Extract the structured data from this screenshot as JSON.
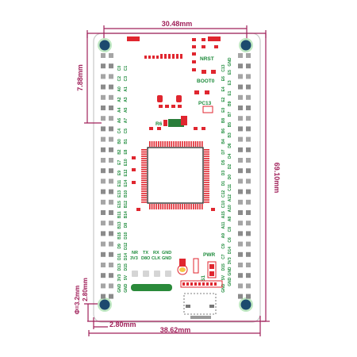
{
  "dimensions": {
    "top_width": "30.48mm",
    "header_offset": "7.88mm",
    "height": "69.10mm",
    "hole_diameter": "Φ=3.2mm",
    "hole_offset_y": "2.80mm",
    "hole_offset_x": "2.80mm",
    "bottom_width": "38.62mm"
  },
  "silkscreen": {
    "nrst": "NRST",
    "boot0": "BOOT0",
    "pc13": "PC13",
    "r6": "R6",
    "pwr": "PWR",
    "s1": "S1",
    "debug_top": [
      "NR",
      "TX",
      "RX",
      "GND"
    ],
    "debug_bottom": [
      "3V3",
      "D8O",
      "CLK",
      "GND"
    ]
  },
  "pins": {
    "left_outer": [
      "C0",
      "C2",
      "A0",
      "A2",
      "A4",
      "A6",
      "C4",
      "B0",
      "B2",
      "E7",
      "E9",
      "E11",
      "E13",
      "E15",
      "B11",
      "B13",
      "B15",
      "D9",
      "D11",
      "D13",
      "3V3",
      "GND"
    ],
    "left_inner": [
      "C1",
      "C3",
      "A1",
      "A3",
      "A5",
      "A7",
      "C5",
      "B1",
      "E8",
      "E10",
      "E12",
      "E14",
      "B10",
      "B12",
      "B14",
      "D8",
      "D10",
      "D12",
      "D14",
      "D15",
      "5V",
      "GND"
    ],
    "right_inner": [
      "C13",
      "E6",
      "E4",
      "E2",
      "E0",
      "B8",
      "B6",
      "B4",
      "D7",
      "D5",
      "D3",
      "D1",
      "C12",
      "C10",
      "A15",
      "A11",
      "A9",
      "C9",
      "C7",
      "D15",
      "5V",
      "GND"
    ],
    "right_outer": [
      "GND",
      "E5",
      "E3",
      "E1",
      "B9",
      "B7",
      "B5",
      "B3",
      "D6",
      "D4",
      "D2",
      "D0",
      "C11",
      "A12",
      "A10",
      "A8",
      "C8",
      "C6",
      "D14",
      "3V3",
      "GND",
      "GND"
    ]
  },
  "colors": {
    "dimension": "#a0205a",
    "silkscreen": "#1c8a3a",
    "pad": "#e0262f",
    "board_outline": "#c9c9c9"
  }
}
